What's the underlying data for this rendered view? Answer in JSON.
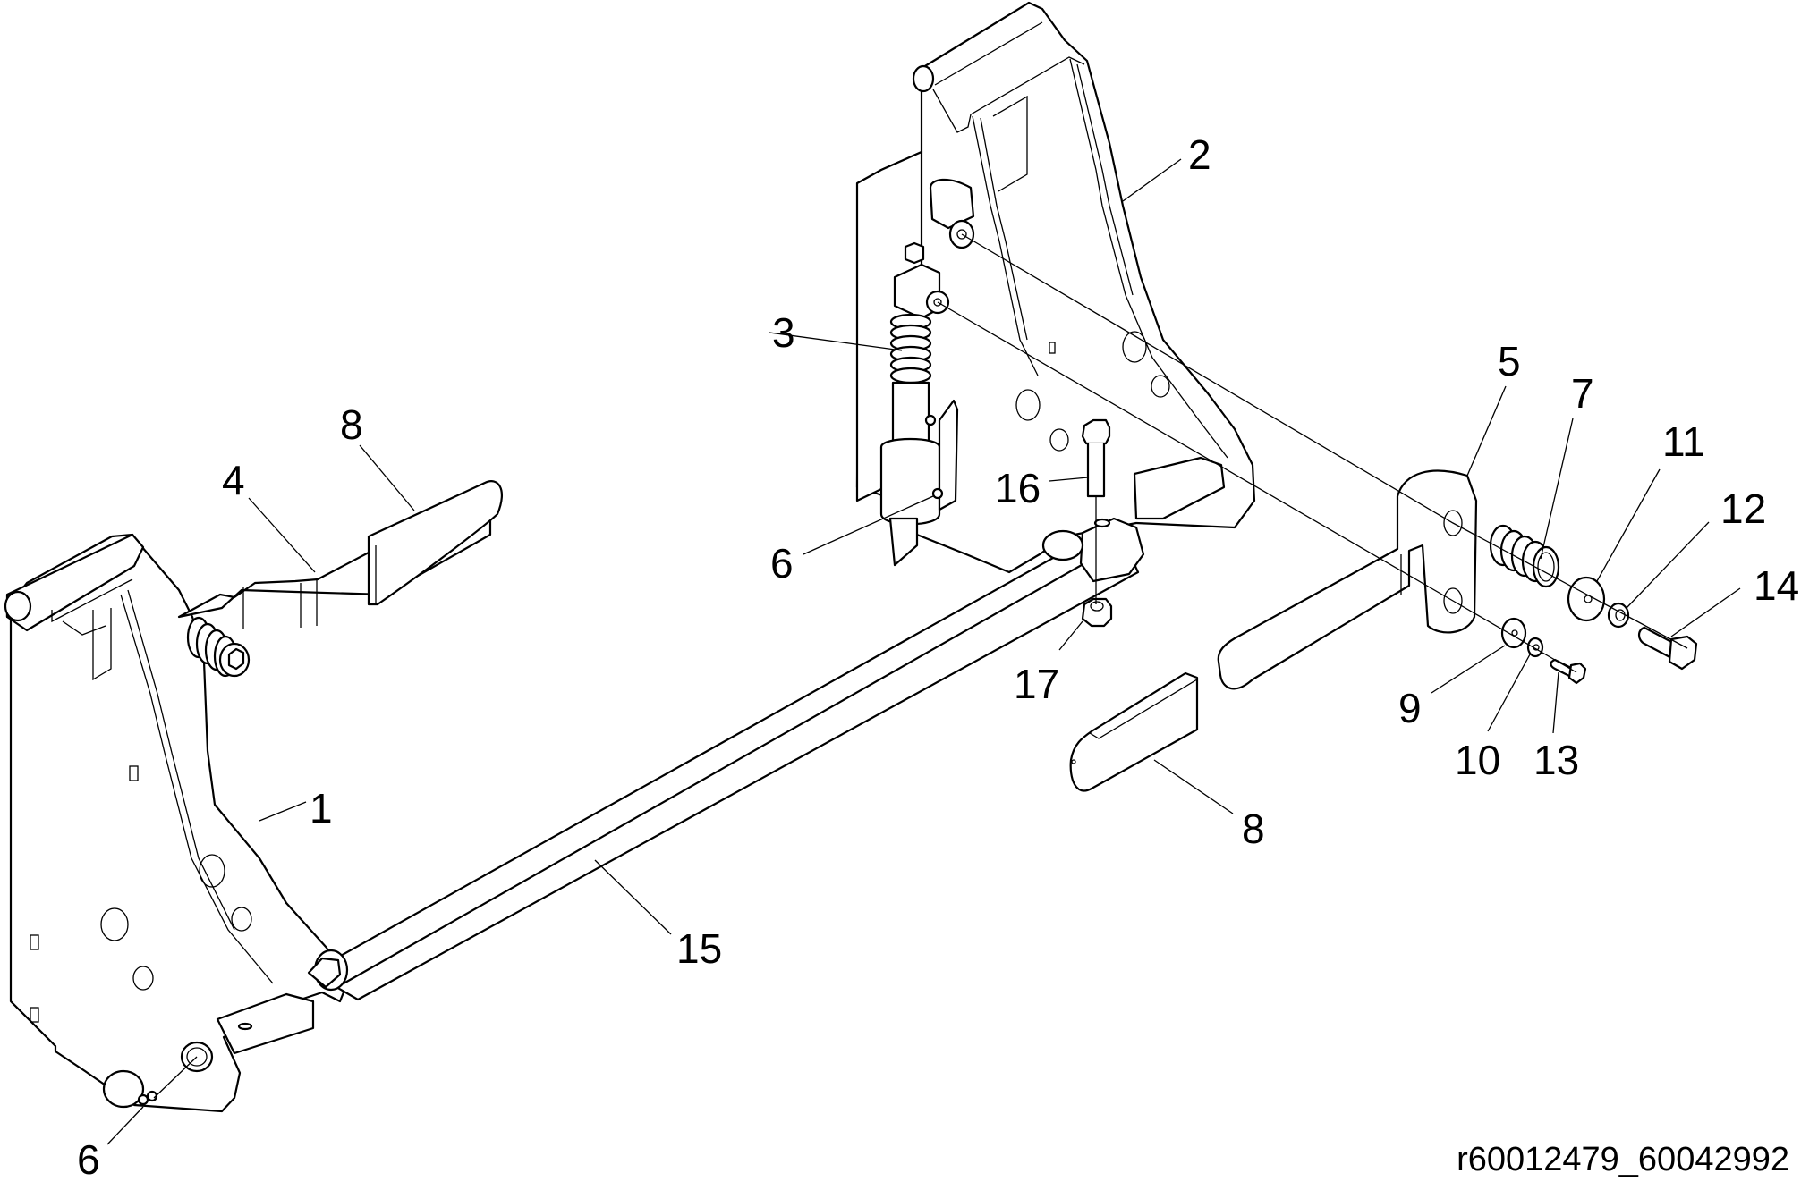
{
  "figure": {
    "title": "Exploded parts diagram",
    "reference_code": "r60012479_60042992"
  },
  "callouts": [
    {
      "id": "c1",
      "label": "1"
    },
    {
      "id": "c2",
      "label": "2"
    },
    {
      "id": "c3",
      "label": "3"
    },
    {
      "id": "c4",
      "label": "4"
    },
    {
      "id": "c5",
      "label": "5"
    },
    {
      "id": "c6a",
      "label": "6"
    },
    {
      "id": "c6b",
      "label": "6"
    },
    {
      "id": "c7",
      "label": "7"
    },
    {
      "id": "c8a",
      "label": "8"
    },
    {
      "id": "c8b",
      "label": "8"
    },
    {
      "id": "c9",
      "label": "9"
    },
    {
      "id": "c10",
      "label": "10"
    },
    {
      "id": "c11",
      "label": "11"
    },
    {
      "id": "c12",
      "label": "12"
    },
    {
      "id": "c13",
      "label": "13"
    },
    {
      "id": "c14",
      "label": "14"
    },
    {
      "id": "c15",
      "label": "15"
    },
    {
      "id": "c16",
      "label": "16"
    },
    {
      "id": "c17",
      "label": "17"
    }
  ],
  "colors": {
    "line": "#000000",
    "background": "#ffffff"
  }
}
